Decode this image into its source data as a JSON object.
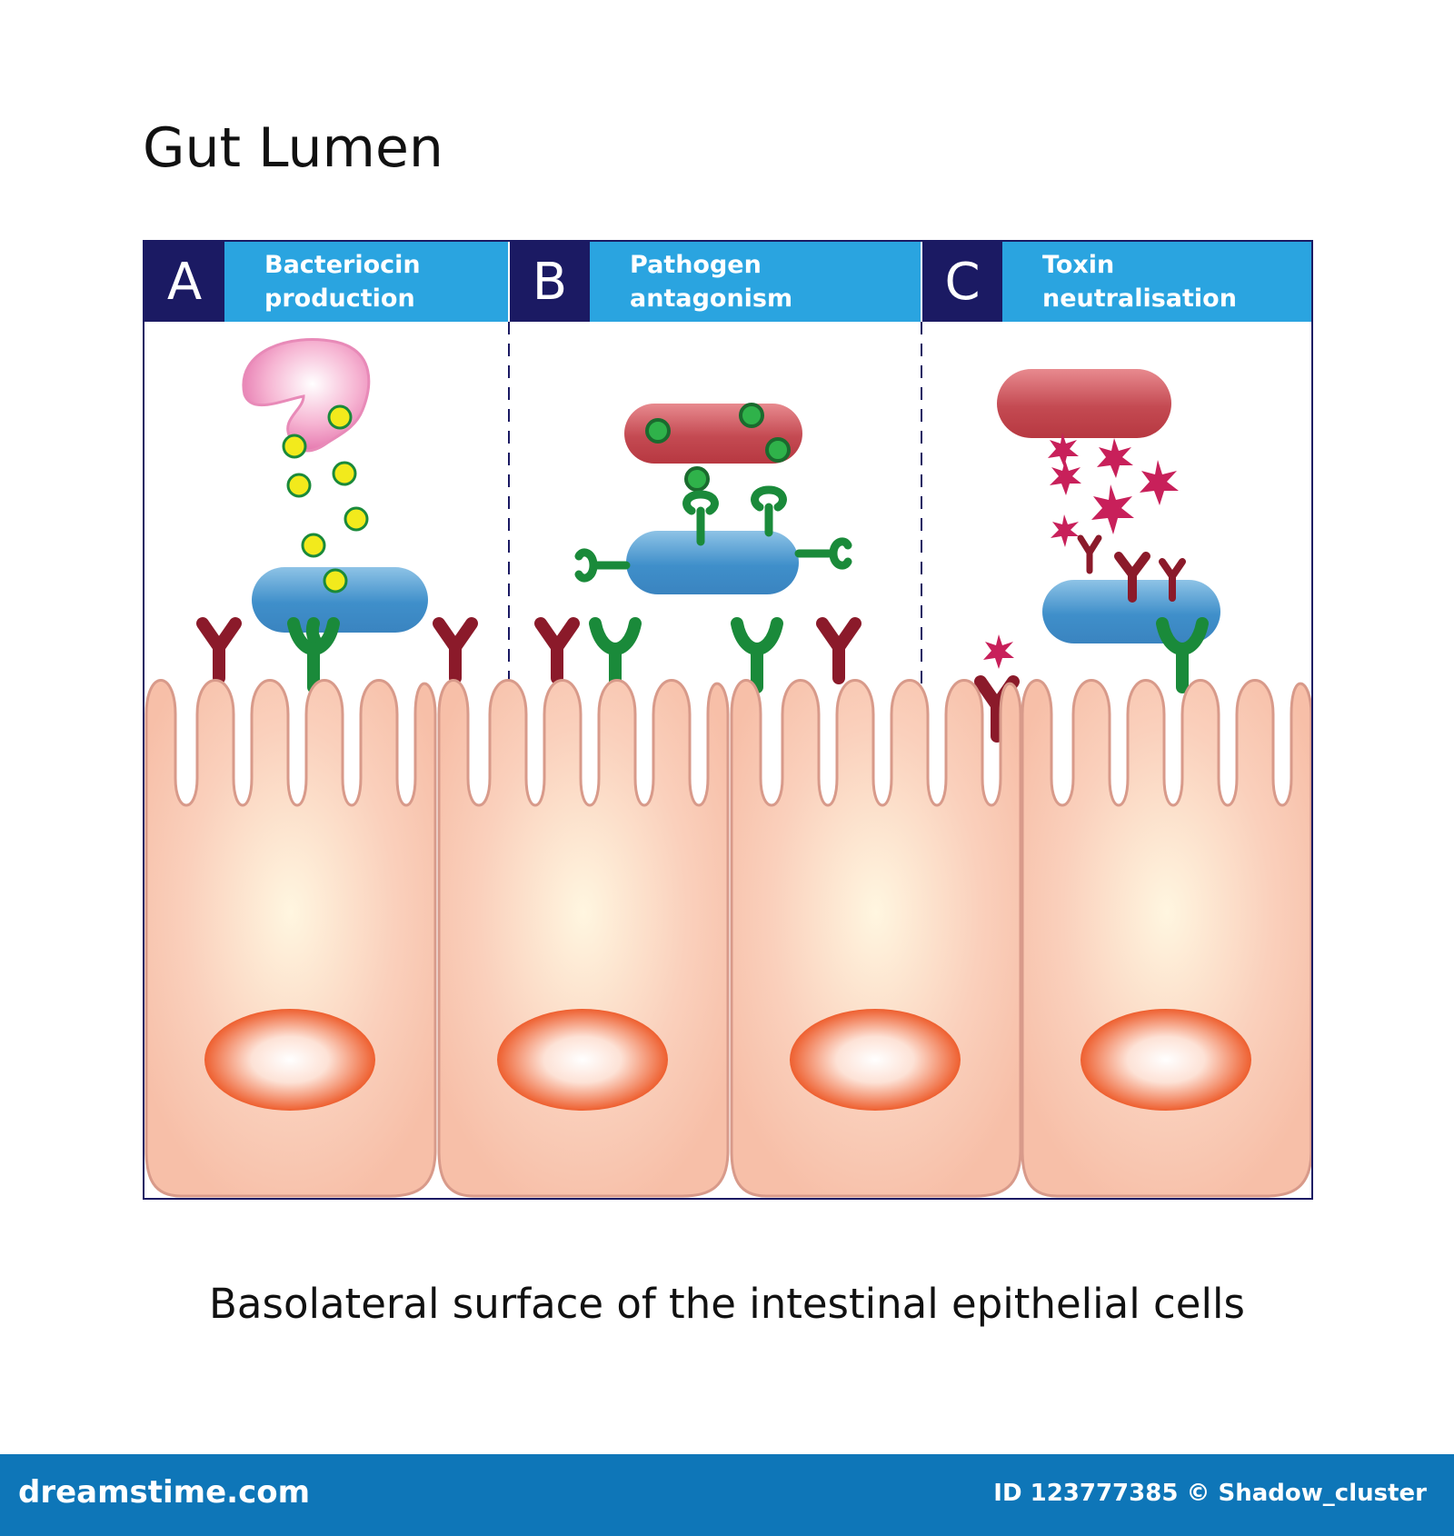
{
  "title": "Gut Lumen",
  "caption": "Basolateral surface of the intestinal epithelial cells",
  "panels": [
    {
      "letter": "A",
      "line1": "Bacteriocin",
      "line2": "production"
    },
    {
      "letter": "B",
      "line1": "Pathogen",
      "line2": "antagonism"
    },
    {
      "letter": "C",
      "line1": "Toxin",
      "line2": "neutralisation"
    }
  ],
  "footer": {
    "brand": "dreamstime.com",
    "id": "ID 123777385 © Shadow_cluster"
  },
  "colors": {
    "header_dark": "#1b1a63",
    "header_light": "#2aa4e0",
    "bacteriocin_dot": "#f2ea1c",
    "receptor_green": "#1a8a3a",
    "antibody_red": "#8b1a2a",
    "toxin_magenta": "#c8205a",
    "cell_fill": "#f9c9b3",
    "nucleus": "#ef6a3c",
    "footer_bg": "#0e76b8"
  }
}
